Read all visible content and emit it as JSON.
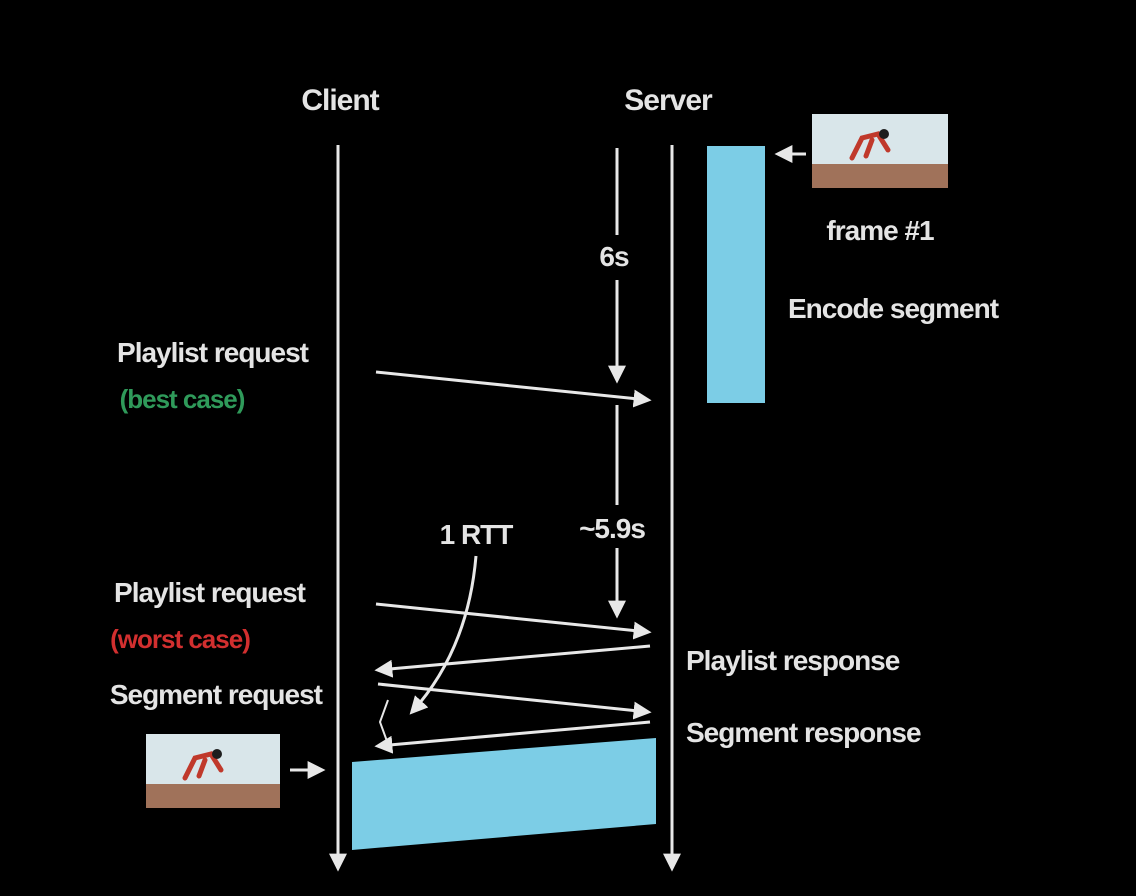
{
  "colors": {
    "background": "#000000",
    "text": "#e4e4e4",
    "line": "#e8e8e8",
    "encode_block": "#7ccde6",
    "best_case": "#2f9a5a",
    "worst_case": "#d22f2f",
    "thumbnail_sky": "#d9e6ea",
    "thumbnail_ground": "#a0725a",
    "thumbnail_figure": "#c0392b"
  },
  "lanes": {
    "client": "Client",
    "server": "Server"
  },
  "thumbnails": {
    "server_frame": "frame-thumbnail-icon",
    "client_frame": "frame-thumbnail-icon"
  },
  "labels": {
    "frame": "frame #1",
    "encode_segment": "Encode segment",
    "duration_6s": "6s",
    "duration_59s": "~5.9s",
    "rtt": "1 RTT",
    "playlist_request_best": "Playlist request",
    "best_case": "(best case)",
    "playlist_request_worst": "Playlist request",
    "worst_case": "(worst case)",
    "segment_request": "Segment request",
    "playlist_response": "Playlist response",
    "segment_response": "Segment response"
  }
}
